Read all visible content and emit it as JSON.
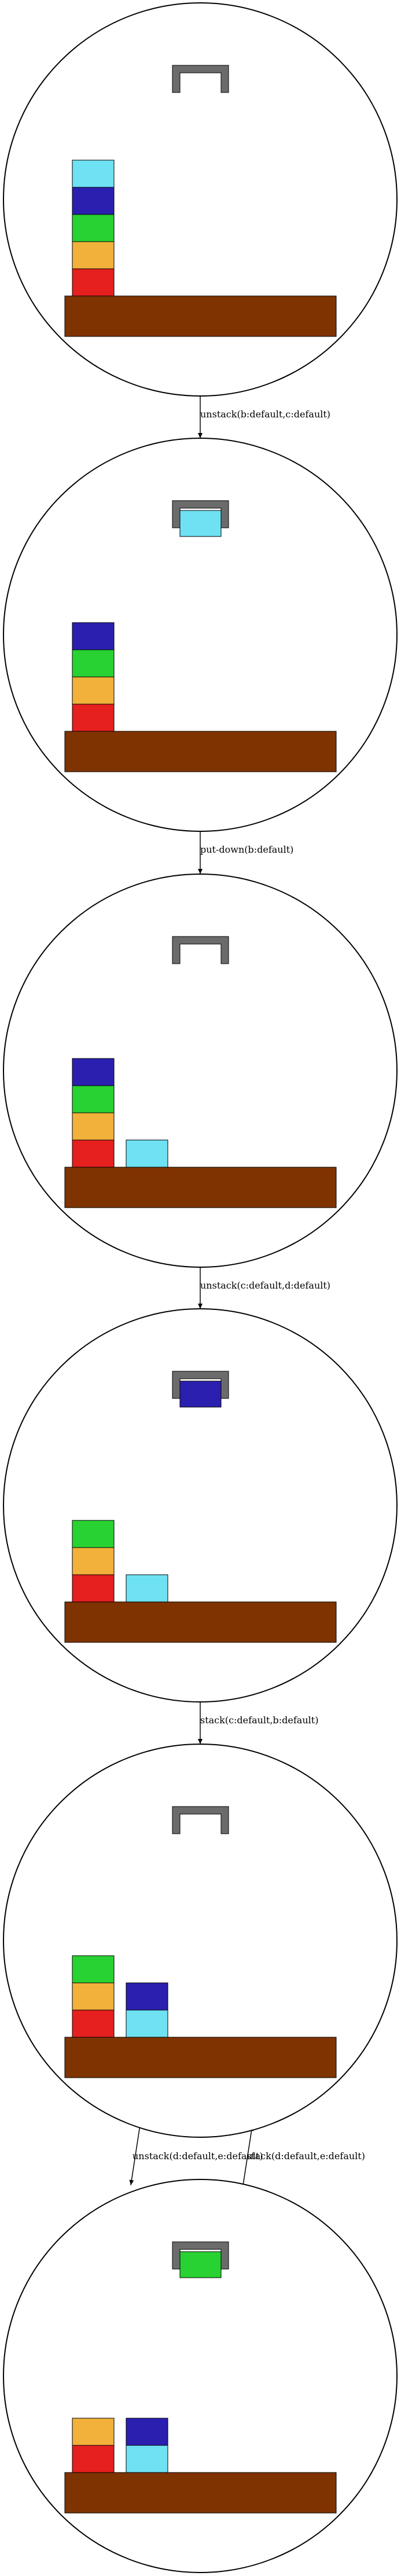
{
  "colors": {
    "circle_stroke": "#000000",
    "table": "#7f3300",
    "gripper": "#6b6b6b",
    "block_outline": "#000000",
    "arrow": "#000000"
  },
  "block_colors": {
    "a": "#e61f1f",
    "b": "#6ee1f3",
    "c": "#2b1fb0",
    "d": "#28d232",
    "e": "#f2b13b"
  },
  "states": [
    {
      "held": null,
      "stacks": [
        [
          "a",
          "e",
          "d",
          "c",
          "b"
        ],
        []
      ]
    },
    {
      "held": "b",
      "stacks": [
        [
          "a",
          "e",
          "d",
          "c"
        ],
        []
      ]
    },
    {
      "held": null,
      "stacks": [
        [
          "a",
          "e",
          "d",
          "c"
        ],
        [
          "b"
        ]
      ]
    },
    {
      "held": "c",
      "stacks": [
        [
          "a",
          "e",
          "d"
        ],
        [
          "b"
        ]
      ]
    },
    {
      "held": null,
      "stacks": [
        [
          "a",
          "e",
          "d"
        ],
        [
          "b",
          "c"
        ]
      ]
    },
    {
      "held": "d",
      "stacks": [
        [
          "a",
          "e"
        ],
        [
          "b",
          "c"
        ]
      ]
    }
  ],
  "transitions": [
    {
      "from": 0,
      "to": 1,
      "label": "unstack(b:default,c:default)"
    },
    {
      "from": 1,
      "to": 2,
      "label": "put-down(b:default)"
    },
    {
      "from": 2,
      "to": 3,
      "label": "unstack(c:default,d:default)"
    },
    {
      "from": 3,
      "to": 4,
      "label": "stack(c:default,b:default)"
    },
    {
      "from": 4,
      "to": 5,
      "label": "unstack(d:default,e:default)"
    },
    {
      "from": 5,
      "to": 4,
      "label": "stack(d:default,e:default)"
    }
  ]
}
